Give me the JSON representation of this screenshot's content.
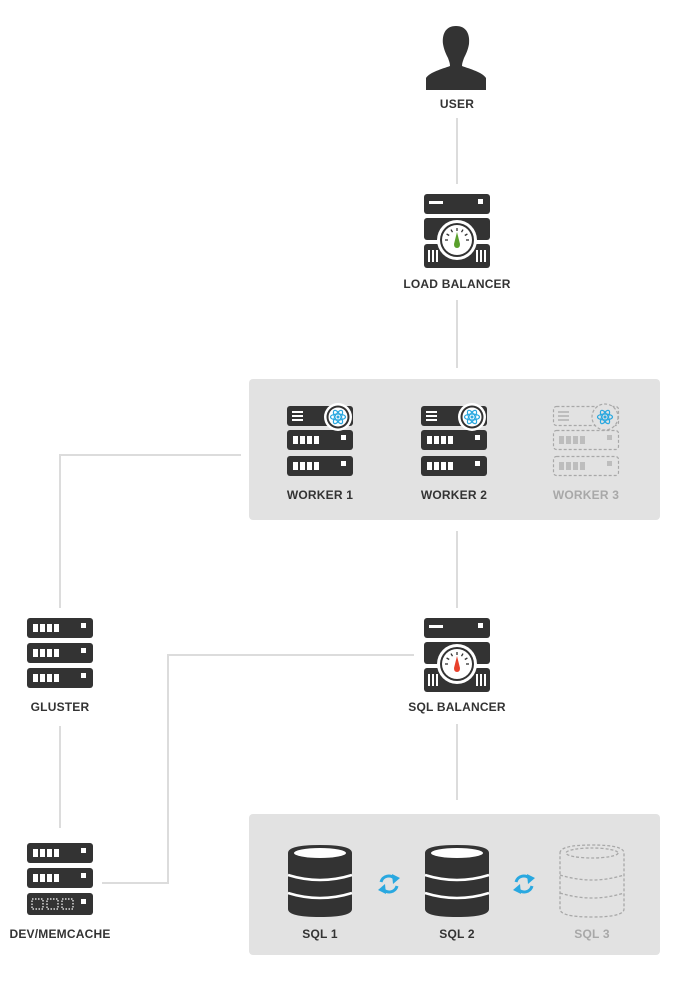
{
  "nodes": {
    "user": {
      "label": "USER",
      "icon": "user-icon"
    },
    "load_balancer": {
      "label": "LOAD BALANCER",
      "icon": "load-balancer-server-icon"
    },
    "worker1": {
      "label": "WORKER 1",
      "icon": "worker-server-icon"
    },
    "worker2": {
      "label": "WORKER 2",
      "icon": "worker-server-icon"
    },
    "worker3": {
      "label": "WORKER 3",
      "icon": "worker-server-icon",
      "state": "inactive"
    },
    "gluster": {
      "label": "GLUSTER",
      "icon": "storage-server-icon"
    },
    "sql_balancer": {
      "label": "SQL BALANCER",
      "icon": "sql-balancer-server-icon"
    },
    "dev_memcache": {
      "label": "DEV/MEMCACHE",
      "icon": "memcache-server-icon"
    },
    "sql1": {
      "label": "SQL 1",
      "icon": "database-icon"
    },
    "sql2": {
      "label": "SQL 2",
      "icon": "database-icon"
    },
    "sql3": {
      "label": "SQL 3",
      "icon": "database-icon",
      "state": "inactive"
    }
  },
  "edges": [
    {
      "from": "user",
      "to": "load_balancer"
    },
    {
      "from": "load_balancer",
      "to": "workers"
    },
    {
      "from": "workers",
      "to": "gluster"
    },
    {
      "from": "gluster",
      "to": "dev_memcache"
    },
    {
      "from": "workers",
      "to": "sql_balancer"
    },
    {
      "from": "sql_balancer",
      "to": "dev_memcache"
    },
    {
      "from": "sql_balancer",
      "to": "databases"
    },
    {
      "from": "sql1",
      "to": "sql2",
      "type": "sync"
    },
    {
      "from": "sql2",
      "to": "sql3",
      "type": "sync"
    }
  ],
  "colors": {
    "icon": "#333333",
    "inactive": "#a8a8a8",
    "panel": "#e2e2e2",
    "line": "#dcdcdc",
    "gauge_green": "#5aa02c",
    "gauge_red": "#e8412c",
    "accent_blue": "#29a8e0"
  }
}
